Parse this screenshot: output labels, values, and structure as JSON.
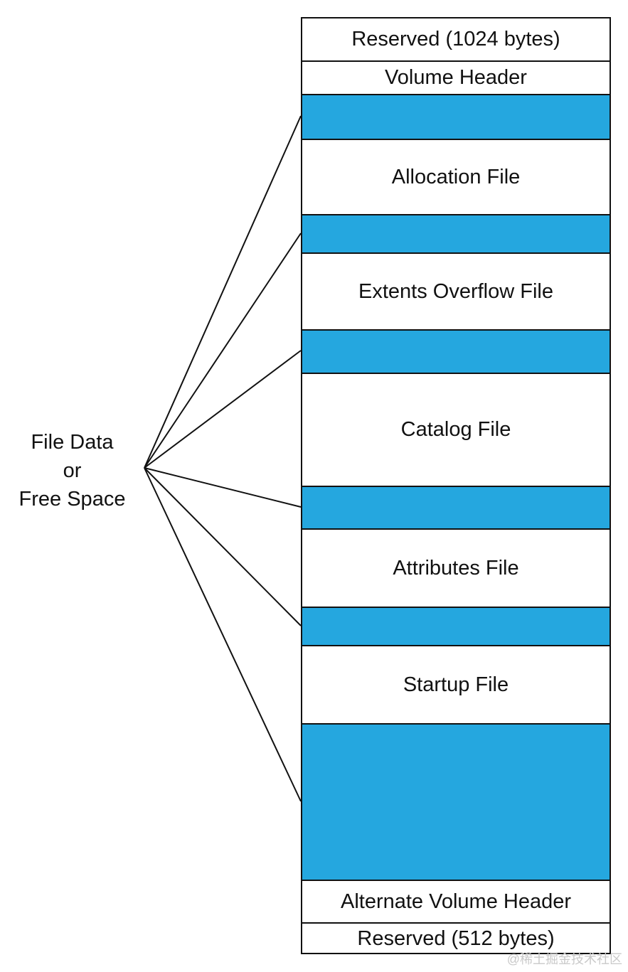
{
  "diagram": {
    "left_label": {
      "line1": "File Data",
      "line2": "or",
      "line3": "Free Space"
    },
    "blocks": [
      {
        "label": "Reserved (1024 bytes)"
      },
      {
        "label": "Volume Header"
      },
      {
        "label": ""
      },
      {
        "label": "Allocation File"
      },
      {
        "label": ""
      },
      {
        "label": "Extents Overflow File"
      },
      {
        "label": ""
      },
      {
        "label": "Catalog File"
      },
      {
        "label": ""
      },
      {
        "label": "Attributes File"
      },
      {
        "label": ""
      },
      {
        "label": "Startup File"
      },
      {
        "label": ""
      },
      {
        "label": "Alternate Volume Header"
      },
      {
        "label": "Reserved (512 bytes)"
      }
    ],
    "colors": {
      "free_space": "#25a7df",
      "line": "#111111"
    }
  },
  "watermark": "@稀土掘金技术社区"
}
